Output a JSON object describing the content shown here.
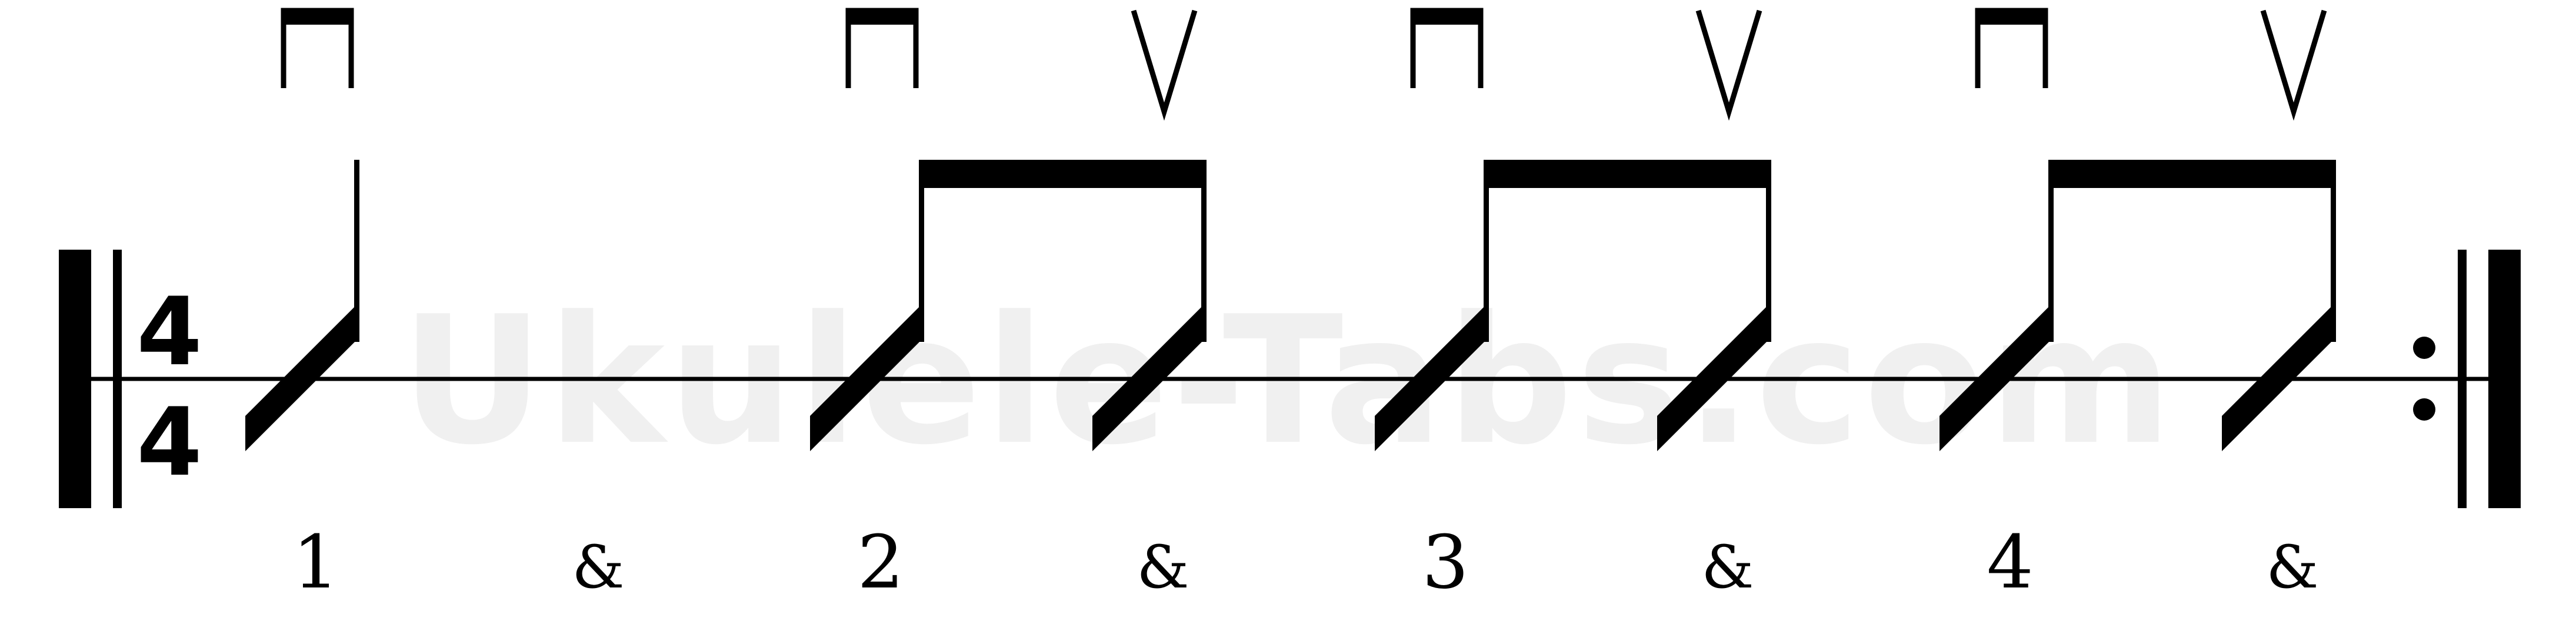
{
  "watermark": {
    "text": "Ukulele-Tabs.com",
    "color": "#f0f0f0"
  },
  "time_signature": {
    "numerator": "4",
    "denominator": "4"
  },
  "counts": [
    "1",
    "&",
    "2",
    "&",
    "3",
    "&",
    "4",
    "&"
  ],
  "strums": [
    {
      "beat": "1",
      "stroke": "down",
      "symbol": "down-bow-icon"
    },
    {
      "beat": "&",
      "stroke": "none"
    },
    {
      "beat": "2",
      "stroke": "down",
      "symbol": "down-bow-icon"
    },
    {
      "beat": "&",
      "stroke": "up",
      "symbol": "up-bow-icon"
    },
    {
      "beat": "3",
      "stroke": "down",
      "symbol": "down-bow-icon"
    },
    {
      "beat": "&",
      "stroke": "up",
      "symbol": "up-bow-icon"
    },
    {
      "beat": "4",
      "stroke": "down",
      "symbol": "down-bow-icon"
    },
    {
      "beat": "&",
      "stroke": "up",
      "symbol": "up-bow-icon"
    }
  ],
  "repeat": {
    "start": true,
    "end": true
  },
  "colors": {
    "ink": "#000000",
    "background": "#ffffff"
  }
}
